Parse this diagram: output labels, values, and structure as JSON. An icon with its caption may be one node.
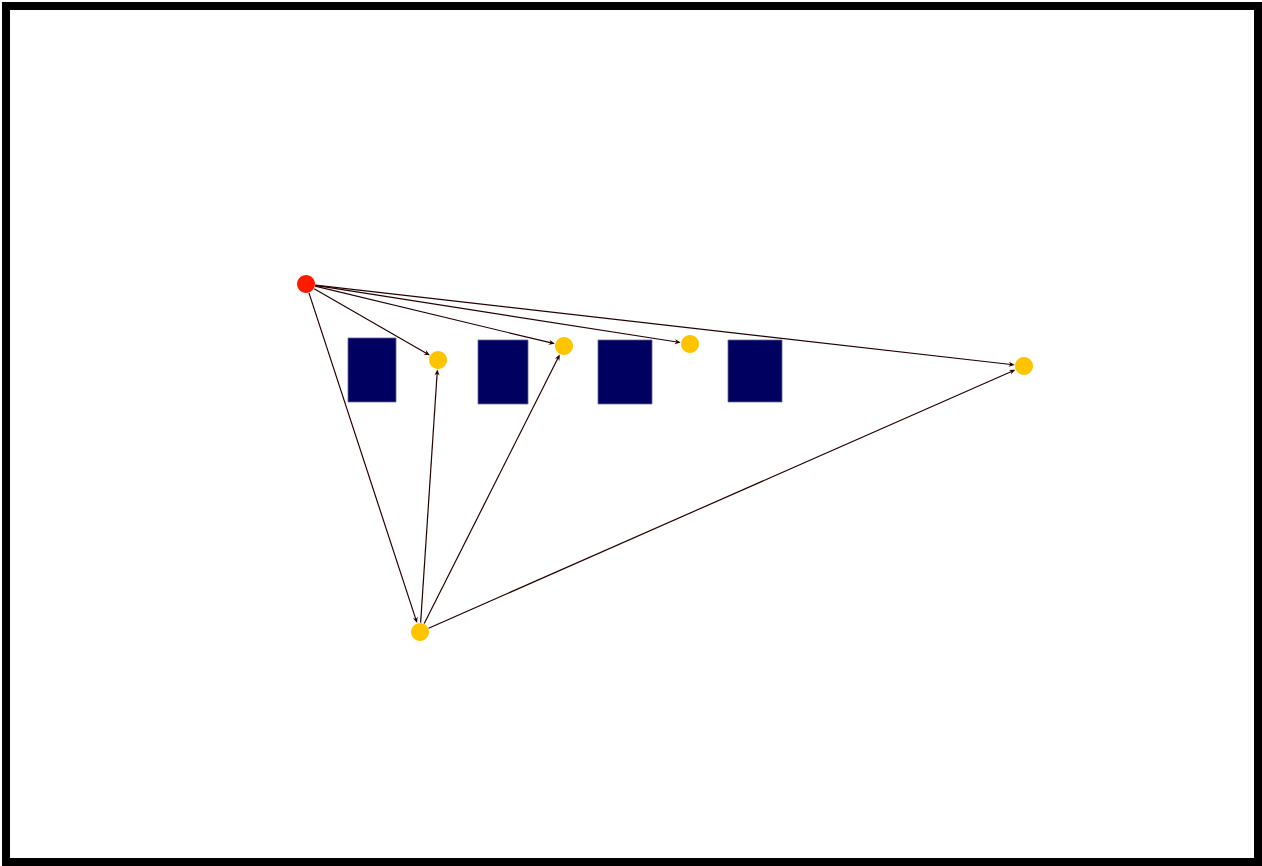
{
  "diagram": {
    "nodes": [
      {
        "text": [],
        "shape": "circle"
      },
      {
        "text": [],
        "shape": "box"
      },
      {
        "text": [],
        "shape": "circle"
      },
      {
        "text": [],
        "shape": "box"
      },
      {
        "text": [],
        "shape": "circle"
      },
      {
        "text": [],
        "shape": "box"
      },
      {
        "text": [],
        "shape": "circle"
      },
      {
        "text": [],
        "shape": "box"
      },
      {
        "text": [],
        "shape": "circle"
      },
      {
        "text": [],
        "shape": "circle"
      }
    ],
    "edges": [
      {
        "from": 0,
        "to": 2,
        "arrow": "to"
      },
      {
        "from": 0,
        "to": 4,
        "arrow": "to"
      },
      {
        "from": 0,
        "to": 6,
        "arrow": "to"
      },
      {
        "from": 0,
        "to": 8,
        "arrow": "to"
      },
      {
        "from": 0,
        "to": 9,
        "arrow": "to"
      },
      {
        "from": 9,
        "to": 2,
        "arrow": "to"
      },
      {
        "from": 9,
        "to": 4,
        "arrow": "to"
      },
      {
        "from": 9,
        "to": 8,
        "arrow": "to"
      }
    ]
  }
}
